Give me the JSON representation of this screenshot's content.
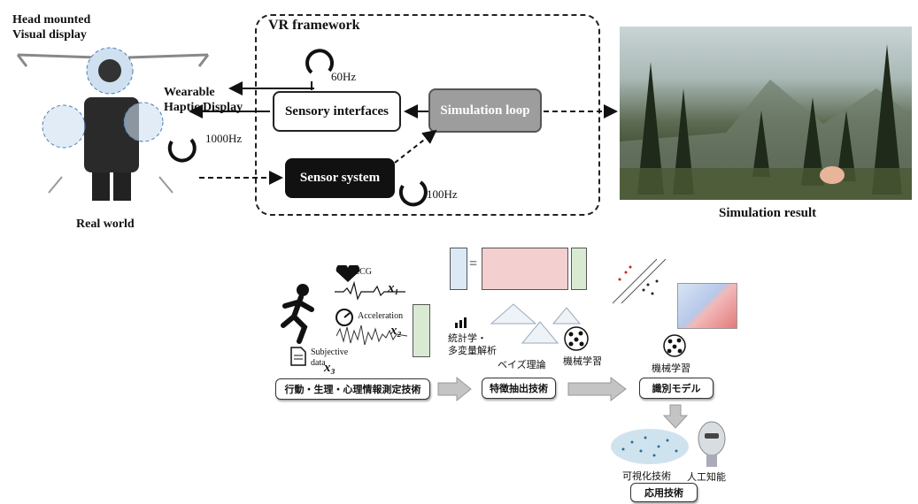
{
  "top": {
    "hmd_label_line1": "Head mounted",
    "hmd_label_line2": "Visual display",
    "haptic_label_line1": "Wearable",
    "haptic_label_line2": "Haptic Display",
    "real_world": "Real world",
    "framework_title": "VR framework",
    "sensory_interfaces": "Sensory interfaces",
    "simulation_loop": "Simulation loop",
    "sensor_system": "Sensor system",
    "hz_60": "60Hz",
    "hz_1000": "1000Hz",
    "hz_100": "100Hz",
    "simulation_result": "Simulation result"
  },
  "bottom": {
    "ecg": "ECG",
    "acceleration": "Acceleration",
    "subjective_line1": "Subjective",
    "subjective_line2": "data",
    "x1": "x₁",
    "x2": "x₂",
    "x3": "x₃",
    "stats_line1": "統計学・",
    "stats_line2": "多変量解析",
    "bayes": "ベイズ理論",
    "ml_1": "機械学習",
    "ml_2": "機械学習",
    "box_measure": "行動・生理・心理情報測定技術",
    "box_feature": "特徴抽出技術",
    "box_model": "識別モデル",
    "box_app": "応用技術",
    "visualization": "可視化技術",
    "ai": "人工知能"
  }
}
